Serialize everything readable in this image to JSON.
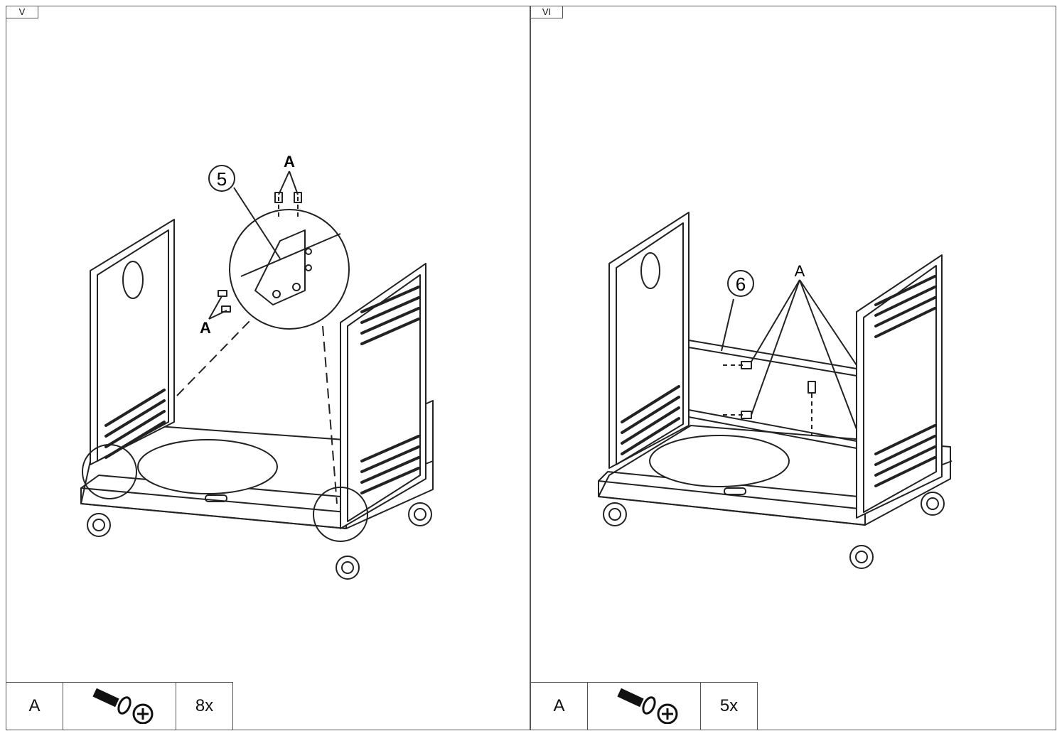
{
  "panels": [
    {
      "step": "V",
      "callout_part": "5",
      "callout_hardware": "A",
      "hardware": {
        "label": "A",
        "qty": "8x",
        "icon": "screw-icon"
      }
    },
    {
      "step": "VI",
      "callout_part": "6",
      "callout_hardware": "A",
      "hardware": {
        "label": "A",
        "qty": "5x",
        "icon": "screw-icon"
      }
    }
  ],
  "colors": {
    "line": "#222222",
    "border": "#555555"
  }
}
